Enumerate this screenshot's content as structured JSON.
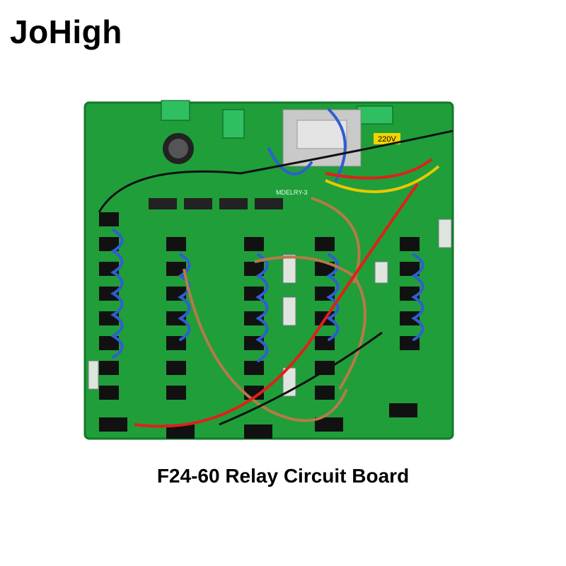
{
  "brand": {
    "name": "JoHigh"
  },
  "caption": {
    "text": "F24-60 Relay Circuit Board"
  },
  "board": {
    "colors": {
      "pcb": "#1f9e3a",
      "pcb_dark": "#137a2a",
      "relay": "#111111",
      "blue_wire": "#2f5fd0",
      "red_wire": "#e0201a",
      "yellow_wire": "#e8c800",
      "brown_wire": "#b57a48",
      "transformer": "#c9c9c9"
    },
    "labels": {
      "voltage": "220V",
      "model": "MDELRY-3"
    }
  }
}
